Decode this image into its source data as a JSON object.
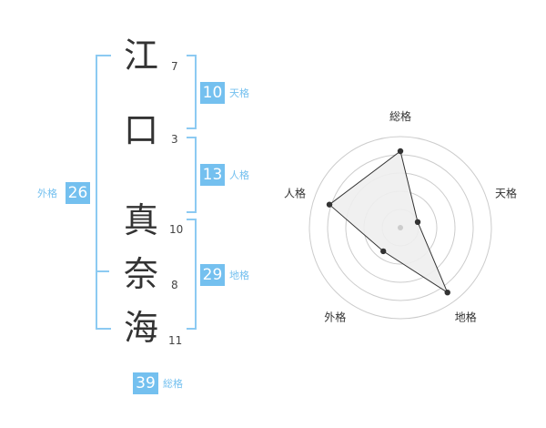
{
  "characters": [
    {
      "char": "江",
      "strokes": "7"
    },
    {
      "char": "口",
      "strokes": "3"
    },
    {
      "char": "真",
      "strokes": "10"
    },
    {
      "char": "奈",
      "strokes": "8"
    },
    {
      "char": "海",
      "strokes": "11"
    }
  ],
  "fortunes": {
    "tenkaku": {
      "value": "10",
      "label": "天格"
    },
    "jinkaku": {
      "value": "13",
      "label": "人格"
    },
    "chikaku": {
      "value": "29",
      "label": "地格"
    },
    "gaikaku": {
      "value": "26",
      "label": "外格"
    },
    "soukaku": {
      "value": "39",
      "label": "総格"
    }
  },
  "chart_data": {
    "type": "radar",
    "axes": [
      "総格",
      "天格",
      "地格",
      "外格",
      "人格"
    ],
    "range": [
      0,
      5
    ],
    "rings": 5,
    "values": [
      4.2,
      1.0,
      4.4,
      1.6,
      4.1
    ],
    "colors": {
      "fill": "#eeeeee",
      "line": "#333333",
      "grid": "#cccccc",
      "point": "#333333"
    }
  },
  "colors": {
    "accent": "#74c0ef",
    "text": "#333333"
  }
}
